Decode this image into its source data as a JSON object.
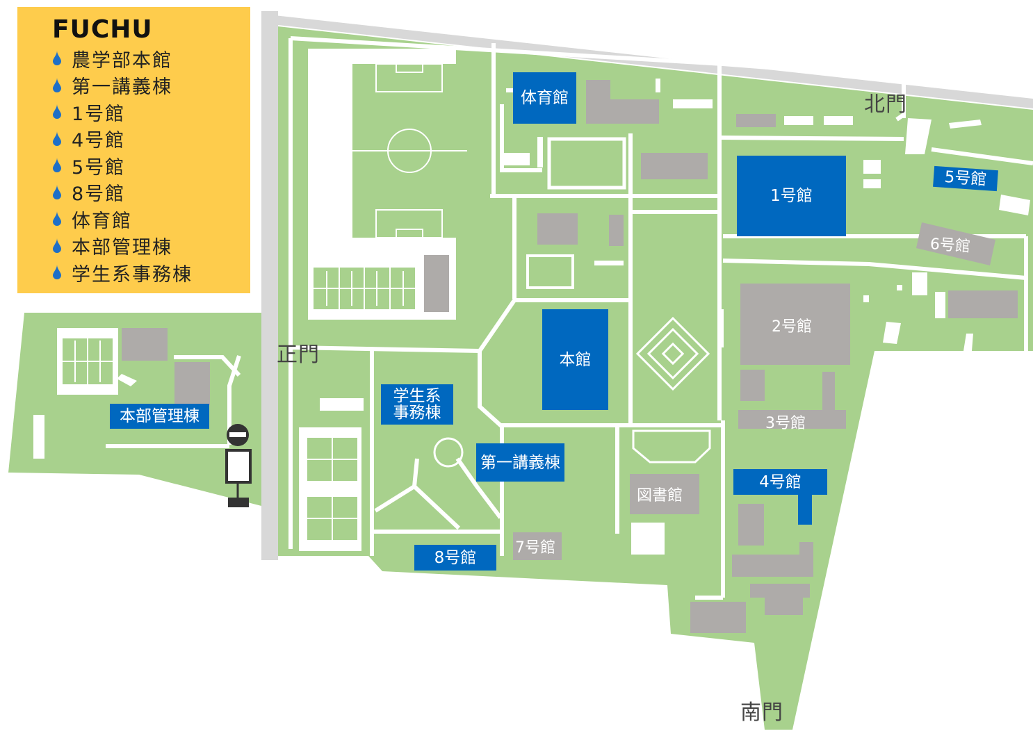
{
  "legend": {
    "title": "FUCHU",
    "items": [
      "農学部本館",
      "第一講義棟",
      "1号館",
      "4号館",
      "5号館",
      "8号館",
      "体育館",
      "本部管理棟",
      "学生系事務棟"
    ]
  },
  "gates": {
    "north": "北門",
    "main": "正門",
    "south": "南門"
  },
  "buildings_highlighted": {
    "gym": "体育館",
    "b1": "1号館",
    "b5": "5号館",
    "honkan": "本館",
    "student_line1": "学生系",
    "student_line2": "事務棟",
    "honbu": "本部管理棟",
    "lecture1": "第一講義棟",
    "b4": "4号館",
    "b8": "8号館"
  },
  "buildings_other": {
    "b6": "6号館",
    "b2": "2号館",
    "b3": "3号館",
    "b7": "7号館",
    "library": "図書館"
  },
  "colors": {
    "campus": "#a8d18d",
    "building": "#aeaba9",
    "highlight": "#0068bf",
    "legend_bg": "#fecc4c",
    "road": "#d8d8d8",
    "path": "#ffffff",
    "drop": "#1e6fc7"
  }
}
